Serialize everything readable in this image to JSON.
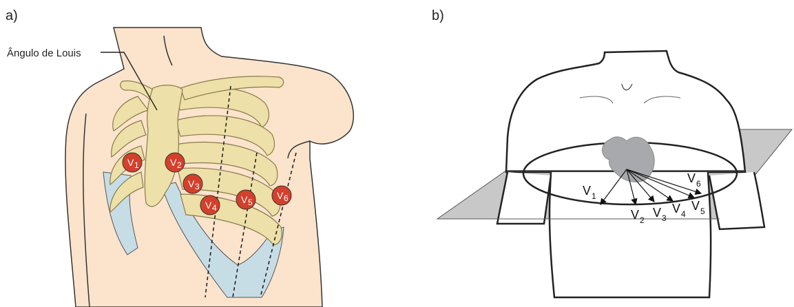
{
  "panels": {
    "a": {
      "label": "a)",
      "annotation": "Ângulo de Louis"
    },
    "b": {
      "label": "b)"
    }
  },
  "leads_a": [
    {
      "id": "V1",
      "main": "V",
      "sub": "1"
    },
    {
      "id": "V2",
      "main": "V",
      "sub": "2"
    },
    {
      "id": "V3",
      "main": "V",
      "sub": "3"
    },
    {
      "id": "V4",
      "main": "V",
      "sub": "4"
    },
    {
      "id": "V5",
      "main": "V",
      "sub": "5"
    },
    {
      "id": "V6",
      "main": "V",
      "sub": "6"
    }
  ],
  "leads_b": [
    {
      "id": "V1",
      "main": "V",
      "sub": "1"
    },
    {
      "id": "V2",
      "main": "V",
      "sub": "2"
    },
    {
      "id": "V3",
      "main": "V",
      "sub": "3"
    },
    {
      "id": "V4",
      "main": "V",
      "sub": "4"
    },
    {
      "id": "V5",
      "main": "V",
      "sub": "5"
    },
    {
      "id": "V6",
      "main": "V",
      "sub": "6"
    }
  ],
  "colors": {
    "skin": "#fbe3cc",
    "bone": "#ede0a8",
    "cartilage": "#c7dde6",
    "electrode": "#d4402c",
    "heart": "#a7a9ac",
    "plane": "#c8c8c8"
  }
}
